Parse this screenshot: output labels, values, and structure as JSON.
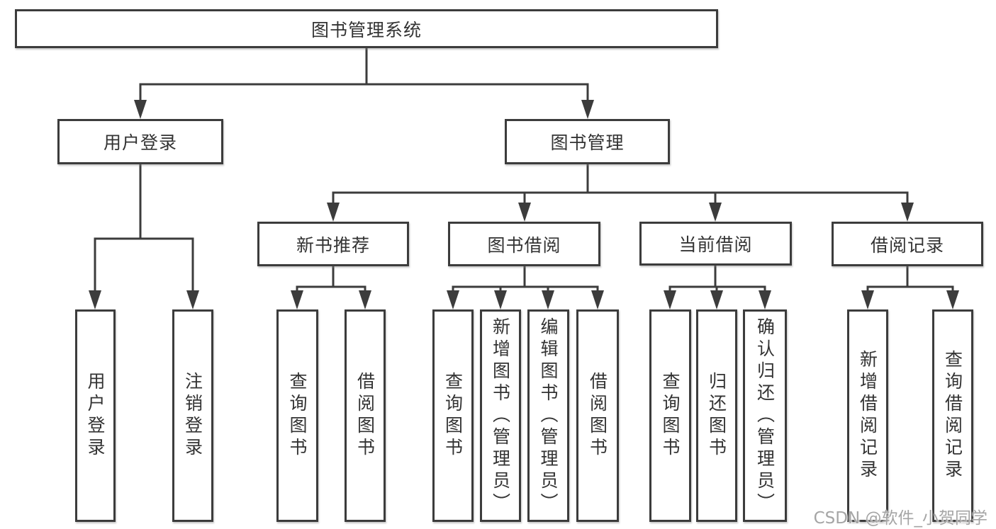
{
  "tree": {
    "root": {
      "label": "图书管理系统"
    },
    "branches": [
      {
        "label": "用户登录",
        "children": [
          {
            "label": "用户登录"
          },
          {
            "label": "注销登录"
          }
        ]
      },
      {
        "label": "图书管理",
        "sections": [
          {
            "label": "新书推荐",
            "children": [
              {
                "label": "查询图书"
              },
              {
                "label": "借阅图书"
              }
            ]
          },
          {
            "label": "图书借阅",
            "children": [
              {
                "label": "查询图书"
              },
              {
                "label": "新增图书（管理员）"
              },
              {
                "label": "编辑图书（管理员）"
              },
              {
                "label": "借阅图书"
              }
            ]
          },
          {
            "label": "当前借阅",
            "children": [
              {
                "label": "查询图书"
              },
              {
                "label": "归还图书"
              },
              {
                "label": "确认归还（管理员）"
              }
            ]
          },
          {
            "label": "借阅记录",
            "children": [
              {
                "label": "新增借阅记录"
              },
              {
                "label": "查询借阅记录"
              }
            ]
          }
        ]
      }
    ]
  },
  "watermark": {
    "text": "CSDN @软件_小贺同学"
  },
  "colors": {
    "line": "#3c3c3c",
    "border": "#3c3c3c",
    "text": "#333333",
    "background": "#ffffff",
    "watermark": "#a5a5a5"
  }
}
